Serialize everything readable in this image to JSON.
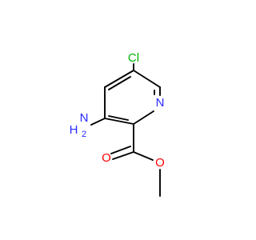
{
  "molecule": {
    "atoms": {
      "chlorine": "Cl",
      "ring_nitrogen": "N",
      "amine_nitrogen": "N",
      "amine_hydrogen": "H",
      "amine_subscript": "2",
      "carbonyl_oxygen": "O",
      "ester_oxygen": "O"
    }
  },
  "colors": {
    "bond": "#000000",
    "carbon": "#000000",
    "chlorine": "#00b000",
    "nitrogen": "#2a2aff",
    "oxygen": "#ff0000"
  }
}
